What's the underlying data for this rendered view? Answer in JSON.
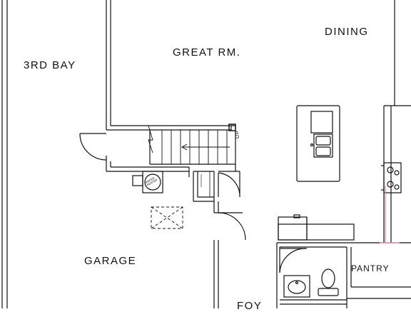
{
  "floor_plan": {
    "rooms": {
      "third_bay": "3RD BAY",
      "great_room": "GREAT RM.",
      "dining": "DINING",
      "garage": "GARAGE",
      "pantry": "PANTRY",
      "foyer": "FOY"
    },
    "stair_note": "UP",
    "appliance_labels": [
      "WATER HEATER"
    ]
  },
  "colors": {
    "line": "#111111",
    "wall_fill": "#ffffff",
    "accent_line": "#e28fb0"
  },
  "icons": [
    "stairs-icon",
    "water-heater-icon",
    "attic-access-icon",
    "sink-icon",
    "range-icon",
    "toilet-icon",
    "lavatory-icon",
    "washer-dryer-icon"
  ]
}
